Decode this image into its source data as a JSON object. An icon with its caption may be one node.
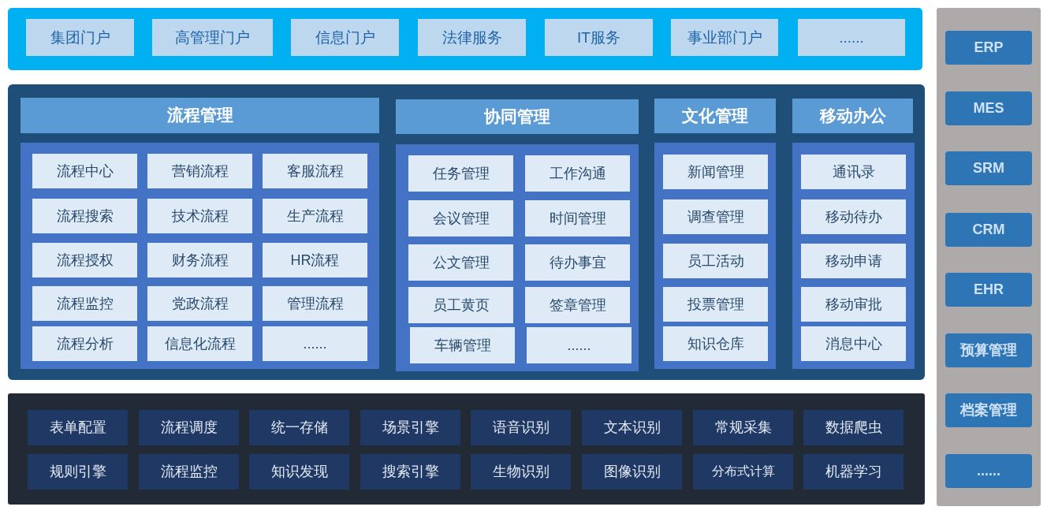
{
  "diagram": {
    "nodes": [
      {
        "text": [],
        "shape": "box"
      },
      {
        "text": [
          "集团门户"
        ],
        "in": 0
      },
      {
        "text": [
          "高管理门户"
        ],
        "in": 0
      },
      {
        "text": [
          "信息门户"
        ],
        "in": 0
      },
      {
        "text": [
          "法律服务"
        ],
        "in": 0
      },
      {
        "text": [
          "IT服务"
        ],
        "in": 0
      },
      {
        "text": [
          "事业部门户"
        ],
        "in": 0
      },
      {
        "text": [
          "......"
        ],
        "in": 0
      },
      {
        "text": [],
        "shape": "box"
      },
      {
        "text": [
          "流程管理"
        ],
        "in": 8
      },
      {
        "text": [],
        "shape": "box",
        "in": 8
      },
      {
        "text": [
          "流程中心"
        ],
        "in": 10
      },
      {
        "text": [
          "营销流程"
        ],
        "in": 10
      },
      {
        "text": [
          "客服流程"
        ],
        "in": 10
      },
      {
        "text": [
          "流程搜索"
        ],
        "in": 10
      },
      {
        "text": [
          "技术流程"
        ],
        "in": 10
      },
      {
        "text": [
          "生产流程"
        ],
        "in": 10
      },
      {
        "text": [
          "流程授权"
        ],
        "in": 10
      },
      {
        "text": [
          "财务流程"
        ],
        "in": 10
      },
      {
        "text": [
          "HR流程"
        ],
        "in": 10
      },
      {
        "text": [
          "流程监控"
        ],
        "in": 10
      },
      {
        "text": [
          "党政流程"
        ],
        "in": 10
      },
      {
        "text": [
          "管理流程"
        ],
        "in": 10
      },
      {
        "text": [
          "流程分析"
        ],
        "in": 10
      },
      {
        "text": [
          "信息化流程"
        ],
        "in": 10
      },
      {
        "text": [
          "......"
        ],
        "in": 10
      },
      {
        "text": [
          "协同管理"
        ],
        "in": 8
      },
      {
        "text": [],
        "shape": "box",
        "in": 8
      },
      {
        "text": [
          "任务管理"
        ],
        "in": 27
      },
      {
        "text": [
          "工作沟通"
        ],
        "in": 27
      },
      {
        "text": [
          "会议管理"
        ],
        "in": 27
      },
      {
        "text": [
          "时间管理"
        ],
        "in": 27
      },
      {
        "text": [
          "公文管理"
        ],
        "in": 27
      },
      {
        "text": [
          "待办事宜"
        ],
        "in": 27
      },
      {
        "text": [
          "员工黄页"
        ],
        "in": 27
      },
      {
        "text": [
          "签章管理"
        ],
        "in": 27
      },
      {
        "text": [
          "车辆管理"
        ],
        "in": 27
      },
      {
        "text": [
          "......"
        ],
        "in": 27
      },
      {
        "text": [
          "文化管理"
        ],
        "in": 8
      },
      {
        "text": [],
        "shape": "box",
        "in": 8
      },
      {
        "text": [
          "新闻管理"
        ],
        "in": 39
      },
      {
        "text": [
          "调查管理"
        ],
        "in": 39
      },
      {
        "text": [
          "员工活动"
        ],
        "in": 39
      },
      {
        "text": [
          "投票管理"
        ],
        "in": 39
      },
      {
        "text": [
          "知识仓库"
        ],
        "in": 39
      },
      {
        "text": [
          "移动办公"
        ],
        "in": 8
      },
      {
        "text": [],
        "shape": "box",
        "in": 8
      },
      {
        "text": [
          "通讯录"
        ],
        "in": 46
      },
      {
        "text": [
          "移动待办"
        ],
        "in": 46
      },
      {
        "text": [
          "移动申请"
        ],
        "in": 46
      },
      {
        "text": [
          "移动审批"
        ],
        "in": 46
      },
      {
        "text": [
          "消息中心"
        ],
        "in": 46
      },
      {
        "text": [],
        "shape": "box"
      },
      {
        "text": [
          "表单配置"
        ],
        "in": 52
      },
      {
        "text": [
          "流程调度"
        ],
        "in": 52
      },
      {
        "text": [
          "统一存储"
        ],
        "in": 52
      },
      {
        "text": [
          "场景引擎"
        ],
        "in": 52
      },
      {
        "text": [
          "语音识别"
        ],
        "in": 52
      },
      {
        "text": [
          "文本识别"
        ],
        "in": 52
      },
      {
        "text": [
          "常规采集"
        ],
        "in": 52
      },
      {
        "text": [
          "数据爬虫"
        ],
        "in": 52
      },
      {
        "text": [
          "规则引擎"
        ],
        "in": 52
      },
      {
        "text": [
          "流程监控"
        ],
        "in": 52
      },
      {
        "text": [
          "知识发现"
        ],
        "in": 52
      },
      {
        "text": [
          "搜索引擎"
        ],
        "in": 52
      },
      {
        "text": [
          "生物识别"
        ],
        "in": 52
      },
      {
        "text": [
          "图像识别"
        ],
        "in": 52
      },
      {
        "text": [
          "分布式计算"
        ],
        "in": 52
      },
      {
        "text": [
          "机器学习"
        ],
        "in": 52
      },
      {
        "text": [],
        "shape": "box"
      },
      {
        "text": [
          "ERP"
        ],
        "in": 69
      },
      {
        "text": [
          "MES"
        ],
        "in": 69
      },
      {
        "text": [
          "SRM"
        ],
        "in": 69
      },
      {
        "text": [
          "CRM"
        ],
        "in": 69
      },
      {
        "text": [
          "EHR"
        ],
        "in": 69
      },
      {
        "text": [
          "预算管理"
        ],
        "in": 69
      },
      {
        "text": [
          "档案管理"
        ],
        "in": 69
      },
      {
        "text": [
          "......"
        ],
        "in": 69
      }
    ]
  }
}
